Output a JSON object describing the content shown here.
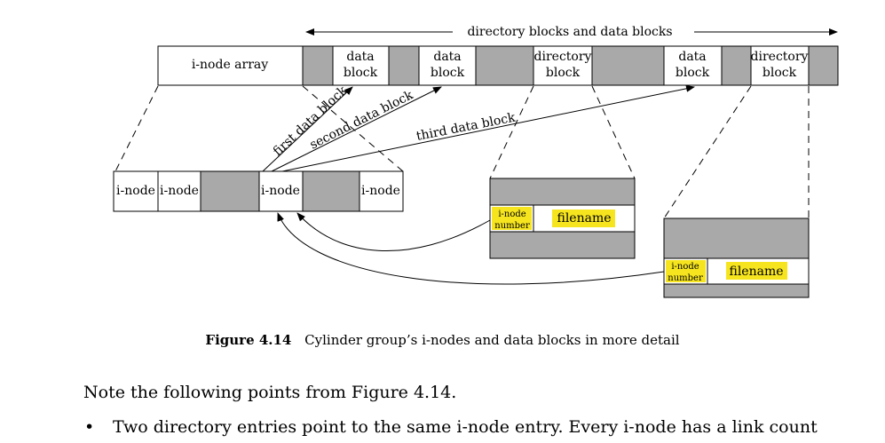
{
  "diagram": {
    "header_label": "directory blocks and data blocks",
    "top_row": {
      "inode_array": "i-node array",
      "data_block": [
        "data",
        "block"
      ],
      "directory_block": [
        "directory",
        "block"
      ]
    },
    "arrow_labels": {
      "first": "first data block",
      "second": "second data block",
      "third": "third data block"
    },
    "inode_cell": "i-node",
    "dir_entry": {
      "inode_number": [
        "i-node",
        "number"
      ],
      "filename": "filename"
    },
    "colors": {
      "gray": "#a9a9a9",
      "highlight": "#f6e51e"
    }
  },
  "caption": {
    "number": "Figure 4.14",
    "text": "Cylinder group’s i-nodes and data blocks in more detail"
  },
  "body": {
    "intro": "Note the following points from Figure 4.14.",
    "bullet_symbol": "•",
    "bullet_1": "Two directory entries point to the same i-node entry.  Every i-node has a link count"
  }
}
